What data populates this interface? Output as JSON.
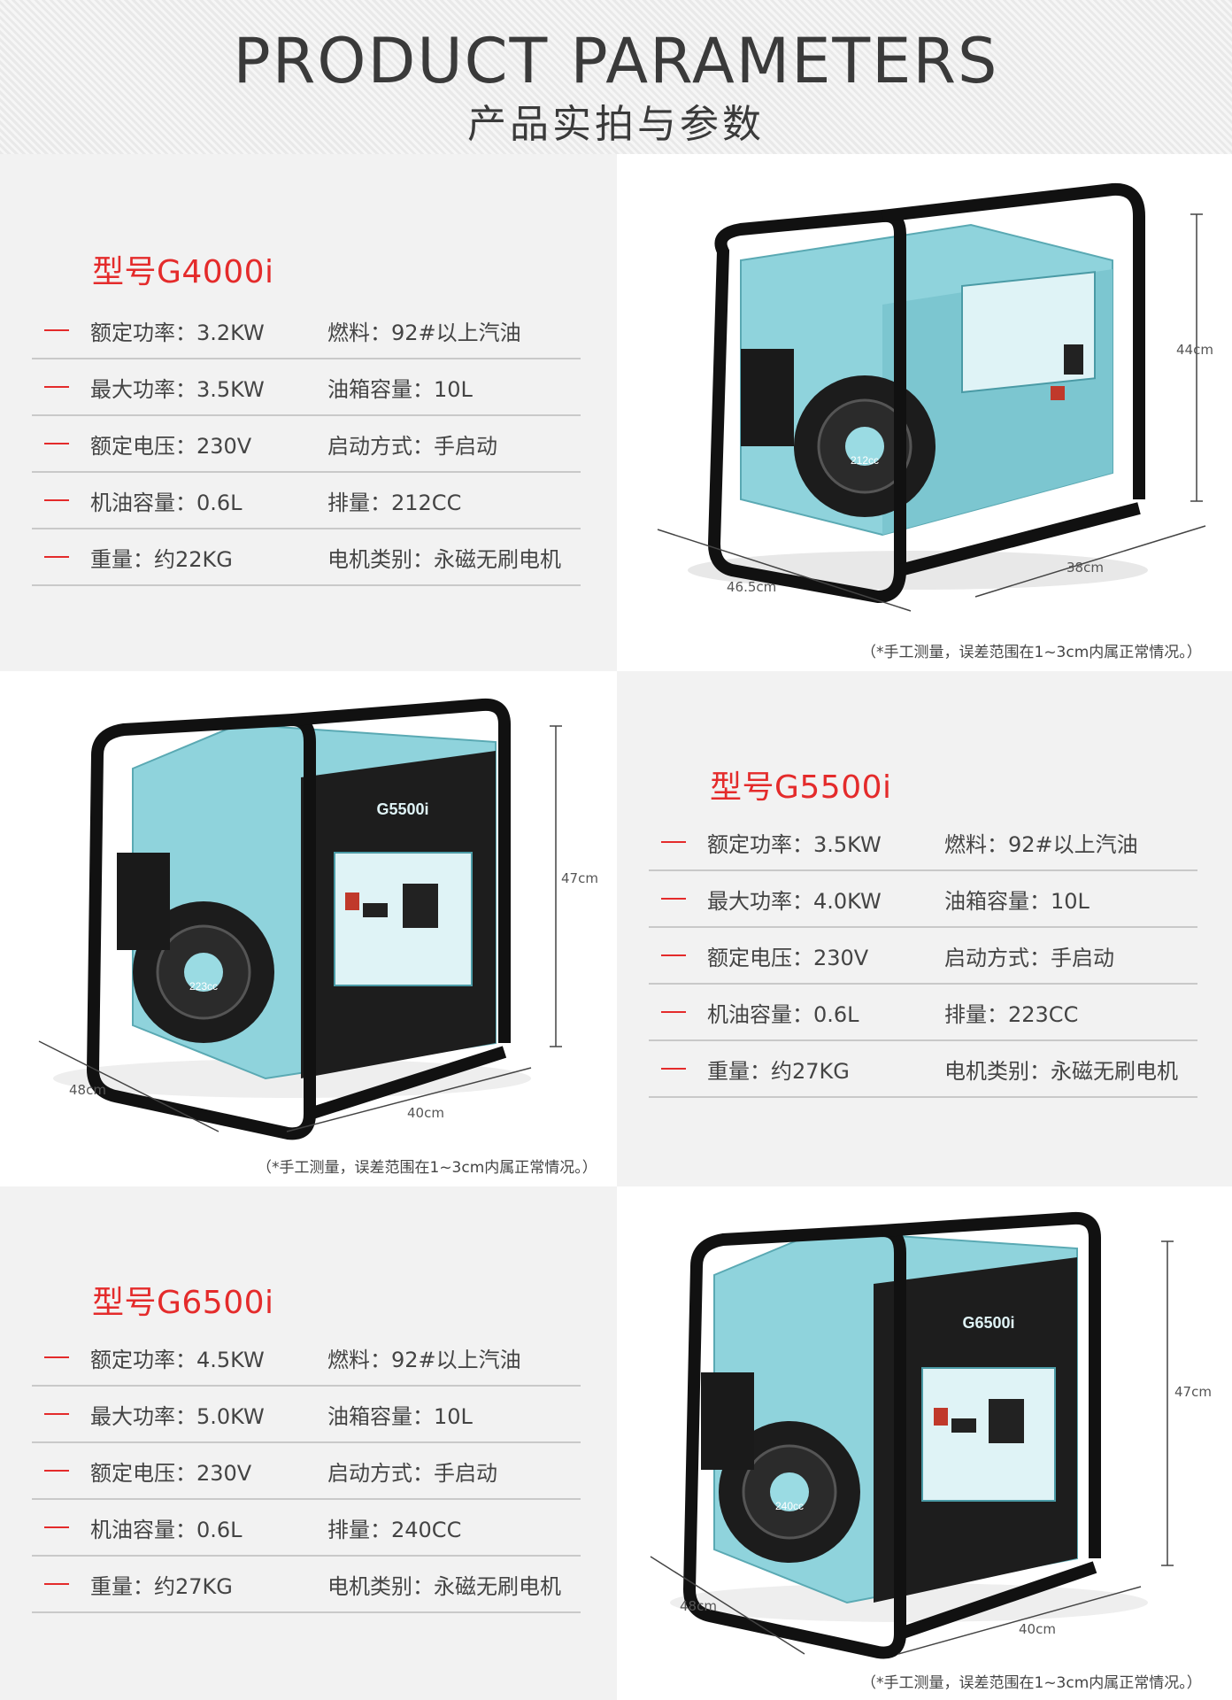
{
  "header": {
    "title": "PRODUCT PARAMETERS",
    "subtitle": "产品实拍与参数"
  },
  "products": [
    {
      "model": "型号G4000i",
      "specs": [
        {
          "left": "额定功率：3.2KW",
          "right": "燃料：92#以上汽油"
        },
        {
          "left": "最大功率：3.5KW",
          "right": "油箱容量：10L"
        },
        {
          "left": "额定电压：230V",
          "right": "启动方式：手启动"
        },
        {
          "left": "机油容量：0.6L",
          "right": "排量：212CC"
        },
        {
          "left": "重量：约22KG",
          "right": "电机类别：永磁无刷电机"
        }
      ],
      "dimensions": {
        "height": "44cm",
        "depth": "38cm",
        "width": "46.5cm"
      },
      "engine_label": "212cc",
      "note": "（*手工测量，误差范围在1~3cm内属正常情况。）"
    },
    {
      "model": "型号G5500i",
      "specs": [
        {
          "left": "额定功率：3.5KW",
          "right": "燃料：92#以上汽油"
        },
        {
          "left": "最大功率：4.0KW",
          "right": "油箱容量：10L"
        },
        {
          "left": "额定电压：230V",
          "right": "启动方式：手启动"
        },
        {
          "left": "机油容量：0.6L",
          "right": "排量：223CC"
        },
        {
          "left": "重量：约27KG",
          "right": "电机类别：永磁无刷电机"
        }
      ],
      "dimensions": {
        "height": "47cm",
        "depth": "48cm",
        "width": "40cm"
      },
      "panel_model": "G5500i",
      "engine_label": "223cc",
      "note": "（*手工测量，误差范围在1~3cm内属正常情况。）"
    },
    {
      "model": "型号G6500i",
      "specs": [
        {
          "left": "额定功率：4.5KW",
          "right": "燃料：92#以上汽油"
        },
        {
          "left": "最大功率：5.0KW",
          "right": "油箱容量：10L"
        },
        {
          "left": "额定电压：230V",
          "right": "启动方式：手启动"
        },
        {
          "left": "机油容量：0.6L",
          "right": "排量：240CC"
        },
        {
          "left": "重量：约27KG",
          "right": "电机类别：永磁无刷电机"
        }
      ],
      "dimensions": {
        "height": "47cm",
        "depth": "48cm",
        "width": "40cm"
      },
      "panel_model": "G6500i",
      "engine_label": "240cc",
      "note": "（*手工测量，误差范围在1~3cm内属正常情况。）"
    }
  ],
  "colors": {
    "accent": "#e42b2b",
    "body": "#8fd3dc",
    "frame": "#111111"
  }
}
